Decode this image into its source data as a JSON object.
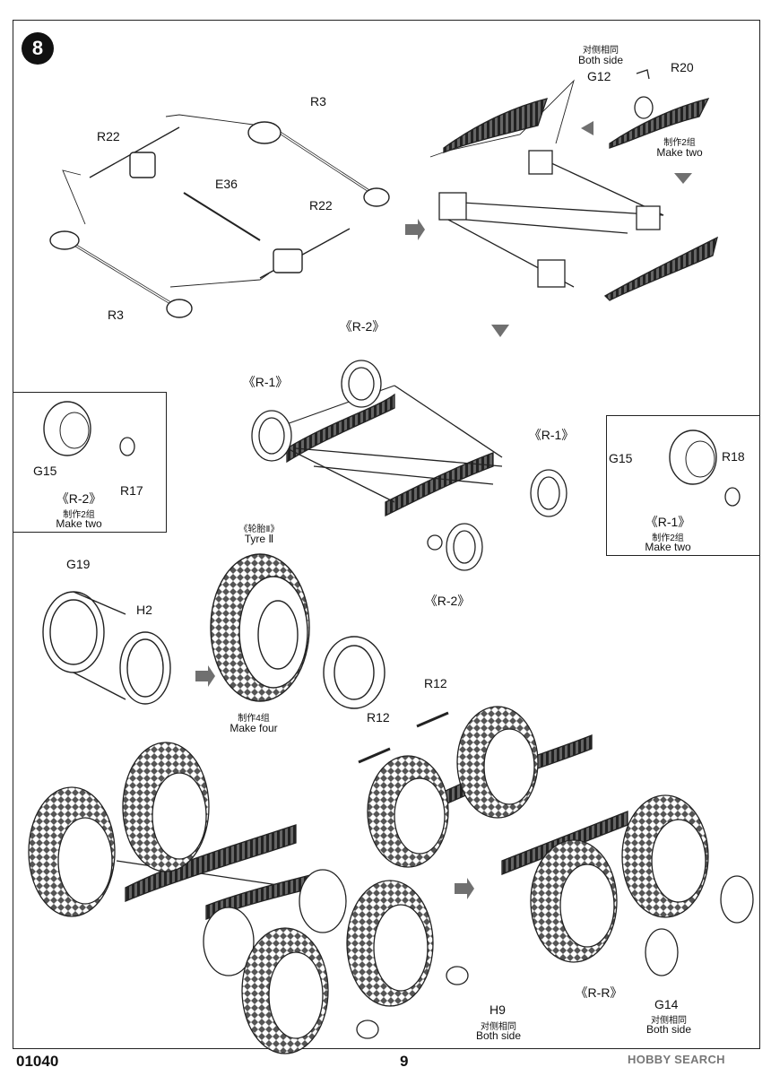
{
  "document": {
    "step_number": "8",
    "product_code": "01040",
    "page_number": "9",
    "watermark": "HOBBY SEARCH"
  },
  "labels": {
    "r22_a": "R22",
    "r3_top": "R3",
    "e36": "E36",
    "r22_b": "R22",
    "r3_bottom": "R3",
    "both_side_cn_top": "对侧相同",
    "both_side_en_top": "Both side",
    "g12": "G12",
    "r20": "R20",
    "make_two_cn_top": "制作2组",
    "make_two_en_top": "Make two",
    "r2_top": "《R-2》",
    "r1_left": "《R-1》",
    "r1_right": "《R-1》",
    "r2_bottom": "《R-2》",
    "tyre_cn": "《轮胎Ⅱ》",
    "tyre_en": "Tyre Ⅱ",
    "g19": "G19",
    "h2": "H2",
    "make_four_cn": "制作4组",
    "make_four_en": "Make four",
    "r12_a": "R12",
    "r12_b": "R12",
    "h9": "H9",
    "both_side_cn_h9": "对侧相同",
    "both_side_en_h9": "Both side",
    "rr": "《R-R》",
    "g14": "G14",
    "both_side_cn_g14": "对侧相同",
    "both_side_en_g14": "Both side"
  },
  "inset_left": {
    "g15": "G15",
    "r17": "R17",
    "r2": "《R-2》",
    "make_two_cn": "制作2组",
    "make_two_en": "Make two"
  },
  "inset_right": {
    "g15": "G15",
    "r18": "R18",
    "r1": "《R-1》",
    "make_two_cn": "制作2组",
    "make_two_en": "Make two"
  }
}
